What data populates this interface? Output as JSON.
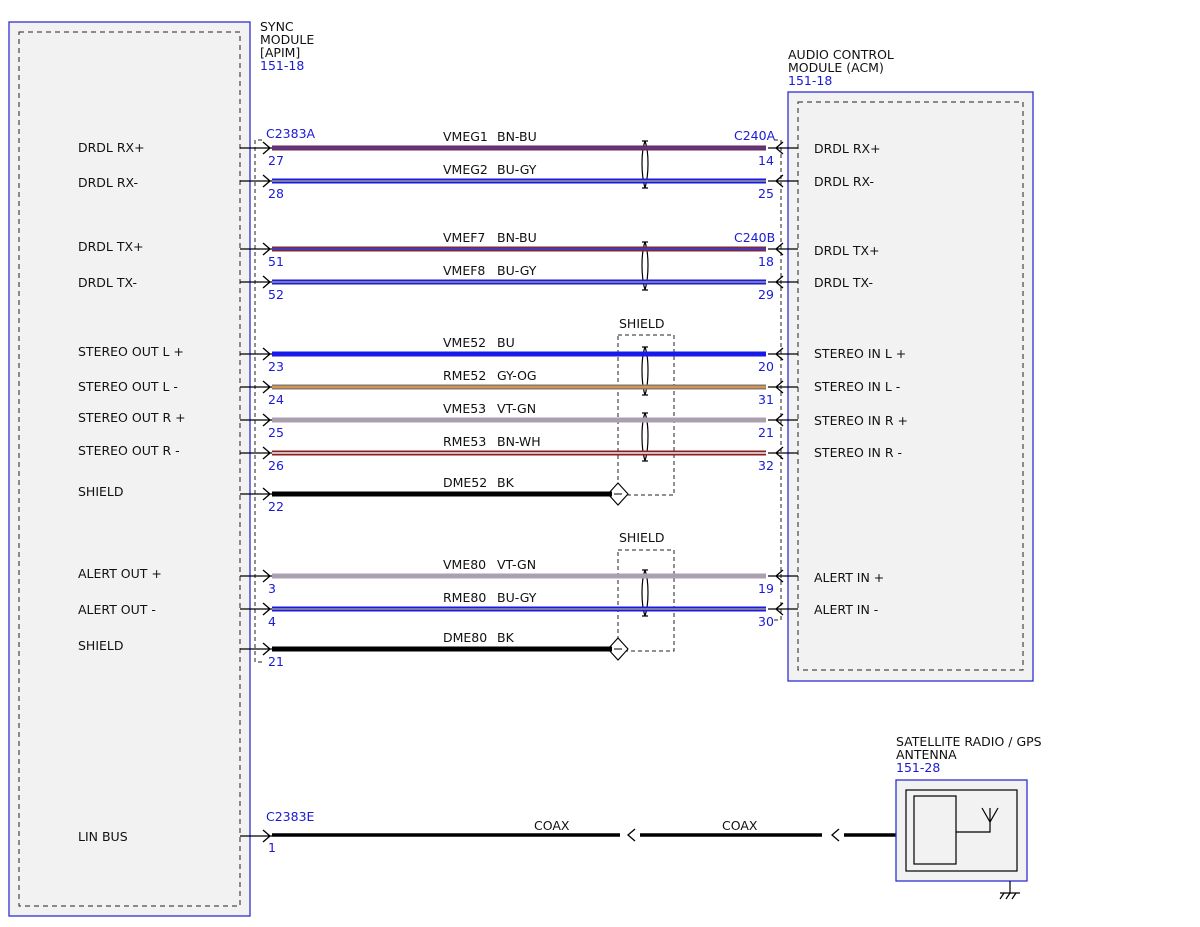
{
  "modules": {
    "sync": {
      "title_lines": [
        "SYNC",
        "MODULE",
        "[APIM]"
      ],
      "ref": "151-18"
    },
    "acm": {
      "title_lines": [
        "AUDIO CONTROL",
        "MODULE (ACM)"
      ],
      "ref": "151-18"
    },
    "antenna": {
      "title_lines": [
        "SATELLITE RADIO / GPS",
        "ANTENNA"
      ],
      "ref": "151-28"
    }
  },
  "connectors": {
    "c_a": "C2383A",
    "c_e": "C2383E",
    "c_240a": "C240A",
    "c_240b": "C240B"
  },
  "shield_labels": [
    "SHIELD",
    "SHIELD"
  ],
  "colors": {
    "module_border": "#2f2fd0",
    "module_fill": "#f2f2f2",
    "pin_text": "#1a1ad6"
  },
  "wires": [
    {
      "left_label": "DRDL RX+",
      "circuit": "VMEG1",
      "color_code": "BN-BU",
      "left_pin": "27",
      "right_pin": "14",
      "right_label": "DRDL RX+",
      "base": "#7a2a3a",
      "stripe": "#3a3ae0"
    },
    {
      "left_label": "DRDL RX-",
      "circuit": "VMEG2",
      "color_code": "BU-GY",
      "left_pin": "28",
      "right_pin": "25",
      "right_label": "DRDL RX-",
      "base": "#1a1ae0",
      "stripe": "#9a9a9a"
    },
    {
      "left_label": "DRDL TX+",
      "circuit": "VMEF7",
      "color_code": "BN-BU",
      "left_pin": "51",
      "right_pin": "18",
      "right_label": "DRDL TX+",
      "base": "#7a2a3a",
      "stripe": "#3a3ae0"
    },
    {
      "left_label": "DRDL TX-",
      "circuit": "VMEF8",
      "color_code": "BU-GY",
      "left_pin": "52",
      "right_pin": "29",
      "right_label": "DRDL TX-",
      "base": "#1a1ae0",
      "stripe": "#9a9a9a"
    },
    {
      "left_label": "STEREO OUT L +",
      "circuit": "VME52",
      "color_code": "BU",
      "left_pin": "23",
      "right_pin": "20",
      "right_label": "STEREO IN L +",
      "base": "#1a1ae8",
      "stripe": ""
    },
    {
      "left_label": "STEREO OUT L -",
      "circuit": "RME52",
      "color_code": "GY-OG",
      "left_pin": "24",
      "right_pin": "31",
      "right_label": "STEREO IN L -",
      "base": "#8a7a6a",
      "stripe": "#e8a050"
    },
    {
      "left_label": "STEREO OUT R +",
      "circuit": "VME53",
      "color_code": "VT-GN",
      "left_pin": "25",
      "right_pin": "21",
      "right_label": "STEREO IN R +",
      "base": "#c090c8",
      "stripe": "#7ac07a"
    },
    {
      "left_label": "STEREO OUT R -",
      "circuit": "RME53",
      "color_code": "BN-WH",
      "left_pin": "26",
      "right_pin": "32",
      "right_label": "STEREO IN R -",
      "base": "#8a2020",
      "stripe": "#f0f0f0"
    },
    {
      "left_label": "SHIELD",
      "circuit": "DME52",
      "color_code": "BK",
      "left_pin": "22",
      "right_pin": "",
      "right_label": "",
      "base": "#000000",
      "stripe": ""
    },
    {
      "left_label": "ALERT OUT +",
      "circuit": "VME80",
      "color_code": "VT-GN",
      "left_pin": "3",
      "right_pin": "19",
      "right_label": "ALERT IN +",
      "base": "#c090c8",
      "stripe": "#7ac07a"
    },
    {
      "left_label": "ALERT OUT -",
      "circuit": "RME80",
      "color_code": "BU-GY",
      "left_pin": "4",
      "right_pin": "30",
      "right_label": "ALERT IN -",
      "base": "#1a1ae0",
      "stripe": "#9a9a9a"
    },
    {
      "left_label": "SHIELD",
      "circuit": "DME80",
      "color_code": "BK",
      "left_pin": "21",
      "right_pin": "",
      "right_label": "",
      "base": "#000000",
      "stripe": ""
    }
  ],
  "lin": {
    "left_label": "LIN BUS",
    "left_pin": "1",
    "coax_left": "COAX",
    "coax_right": "COAX"
  }
}
